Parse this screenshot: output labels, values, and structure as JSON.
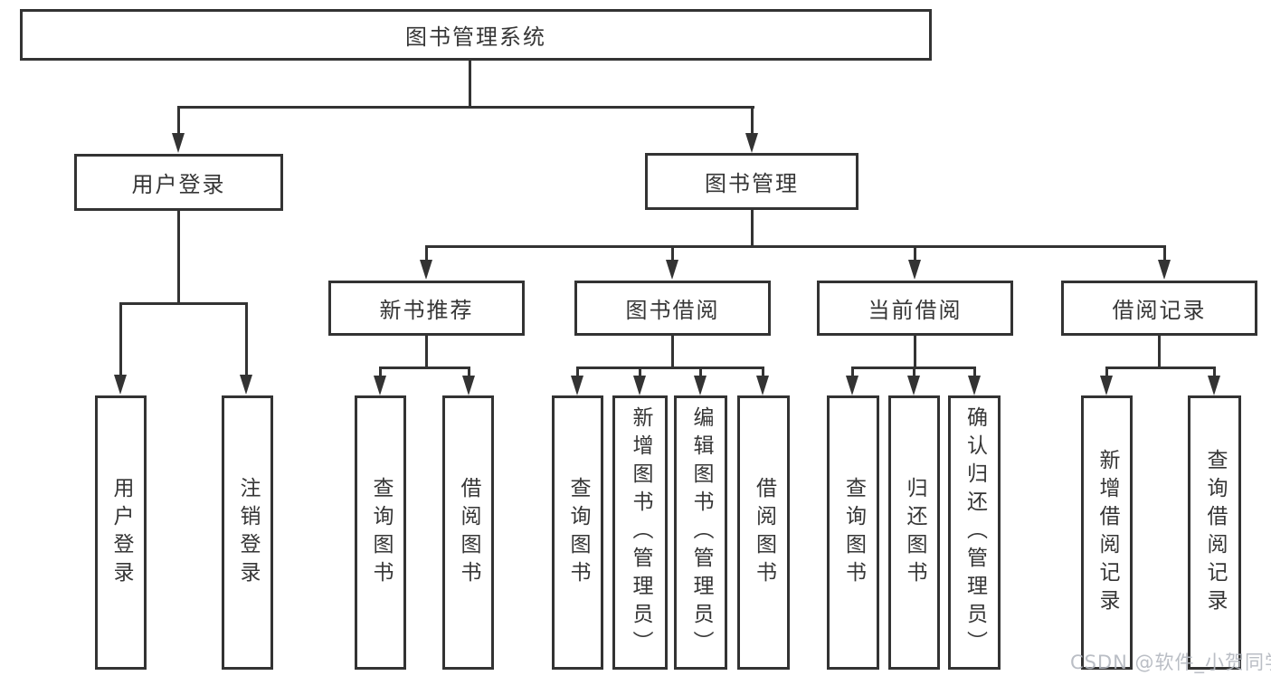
{
  "diagram_title": "图书管理系统",
  "nodes": {
    "root": "图书管理系统",
    "user_login": "用户登录",
    "book_management": "图书管理",
    "new_book_recommend": "新书推荐",
    "book_borrow": "图书借阅",
    "current_borrow": "当前借阅",
    "borrow_records": "借阅记录"
  },
  "leaves": {
    "user_login": "用户登录",
    "logout": "注销登录",
    "nb_query_books": "查询图书",
    "nb_borrow_books": "借阅图书",
    "bb_query_books": "查询图书",
    "bb_add_books_admin": "新增图书（管理员）",
    "bb_edit_books_admin": "编辑图书（管理员）",
    "bb_borrow_books": "借阅图书",
    "cb_query_books": "查询图书",
    "cb_return_books": "归还图书",
    "cb_confirm_return_admin": "确认归还（管理员）",
    "br_add_record": "新增借阅记录",
    "br_query_record": "查询借阅记录"
  },
  "watermark": "CSDN @软件_小贺同学",
  "colors": {
    "line": "#333333",
    "text": "#363636",
    "background": "#ffffff",
    "watermark": "#b3b7bf"
  }
}
